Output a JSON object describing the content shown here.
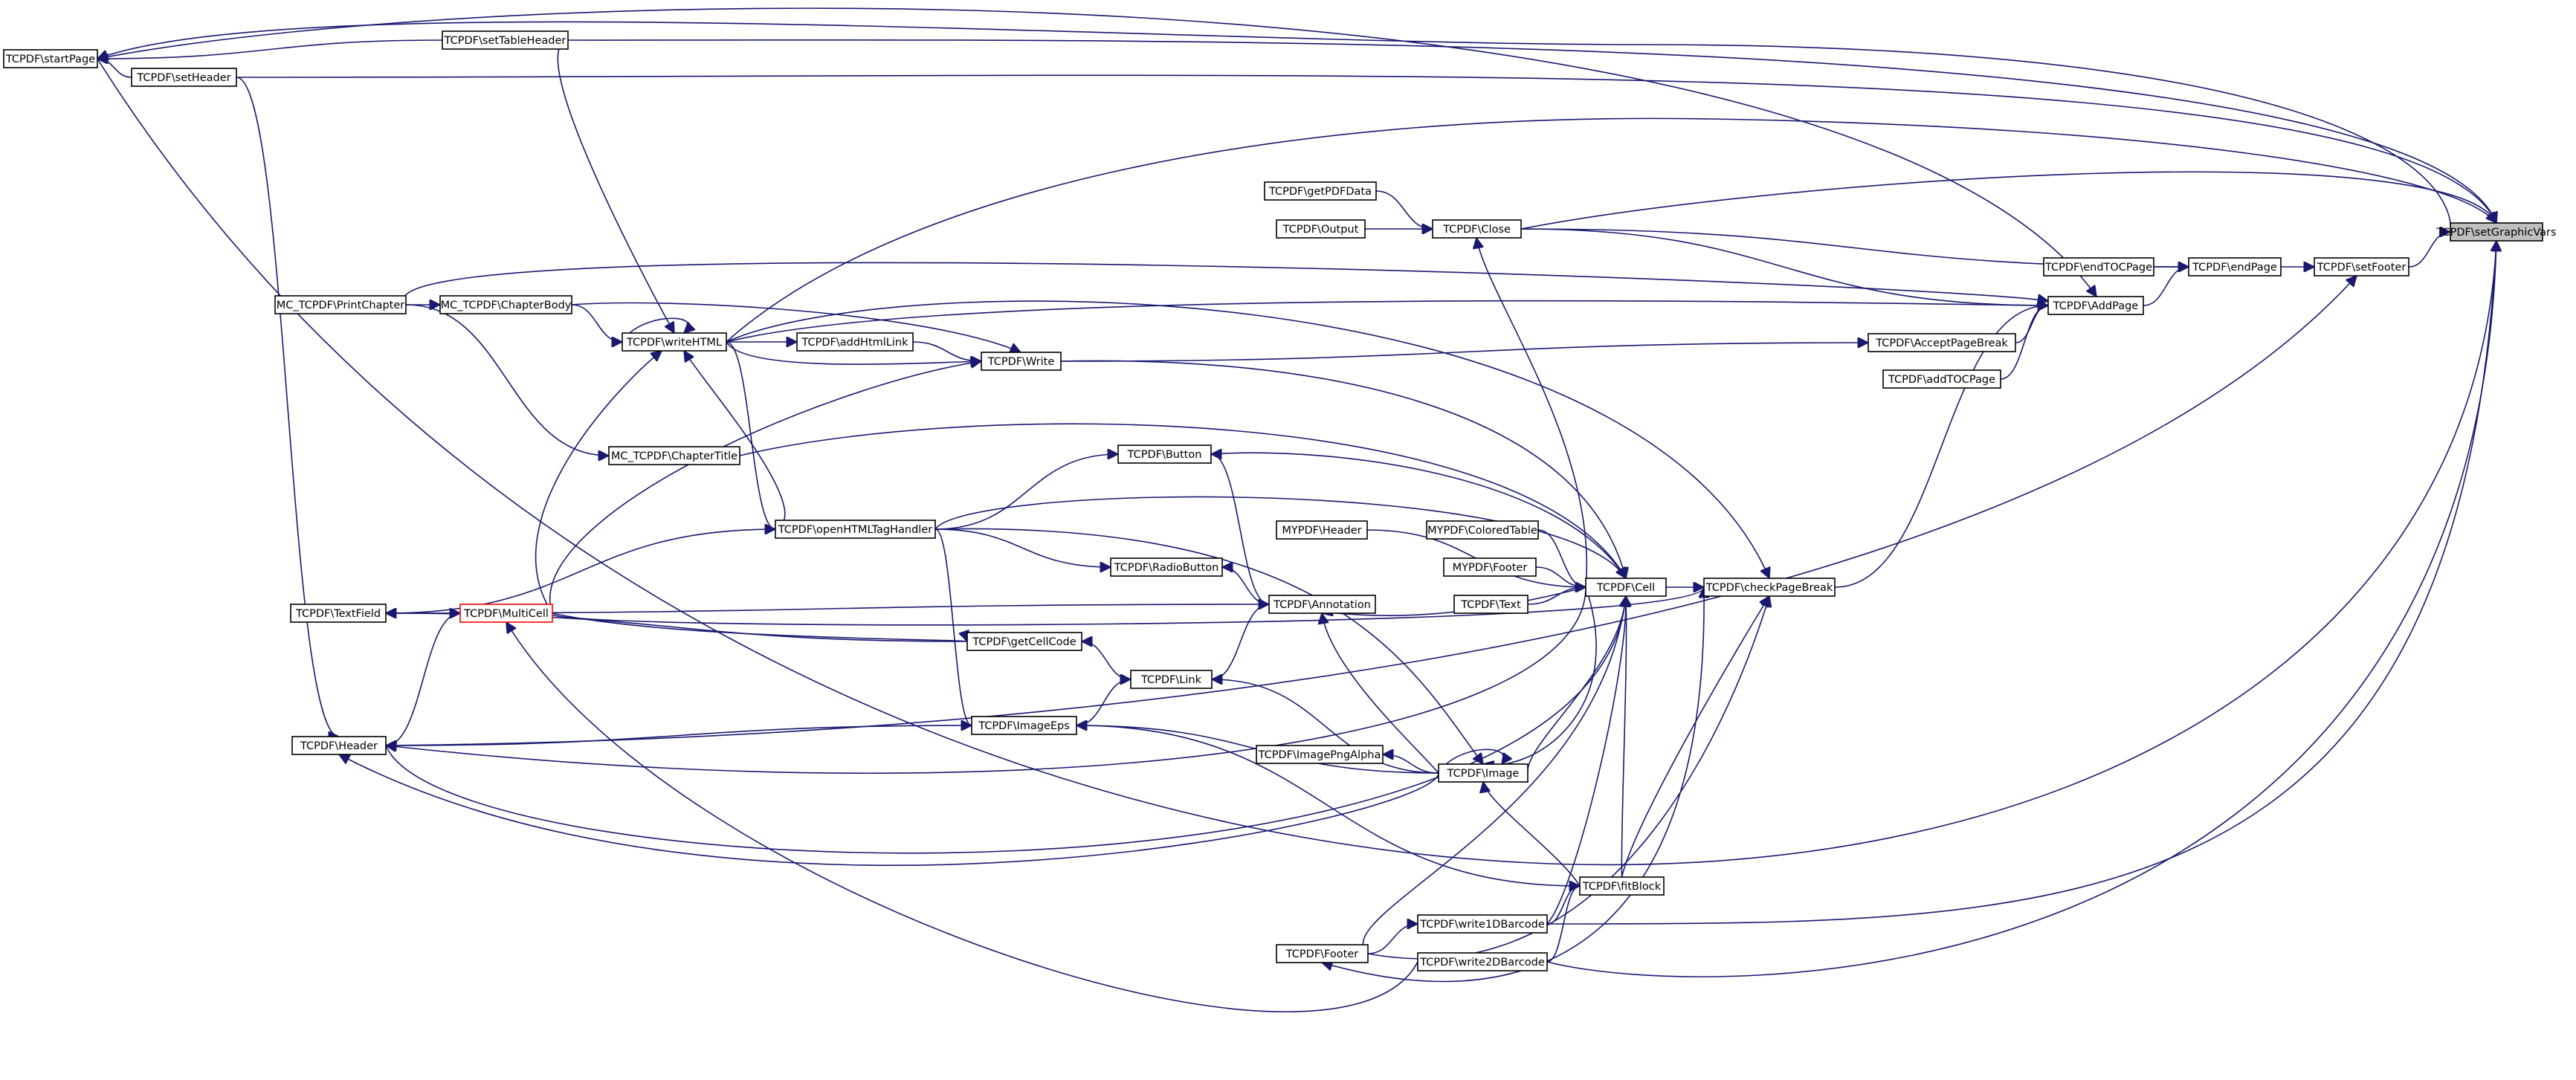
{
  "graph": {
    "colors": {
      "edge": "#191970",
      "node_border": "#000000",
      "focus_fill": "#bfbfbf",
      "truncated_border": "#ff0000"
    },
    "nodes": [
      {
        "id": "setGraphicVars",
        "label": "TCPDF\\setGraphicVars",
        "focus": true
      },
      {
        "id": "setFooter",
        "label": "TCPDF\\setFooter"
      },
      {
        "id": "endPage",
        "label": "TCPDF\\endPage"
      },
      {
        "id": "endTOCPage",
        "label": "TCPDF\\endTOCPage"
      },
      {
        "id": "AddPage",
        "label": "TCPDF\\AddPage"
      },
      {
        "id": "AcceptPageBreak",
        "label": "TCPDF\\AcceptPageBreak"
      },
      {
        "id": "addTOCPage",
        "label": "TCPDF\\addTOCPage"
      },
      {
        "id": "checkPageBreak",
        "label": "TCPDF\\checkPageBreak"
      },
      {
        "id": "Cell",
        "label": "TCPDF\\Cell"
      },
      {
        "id": "Close",
        "label": "TCPDF\\Close"
      },
      {
        "id": "getPDFData",
        "label": "TCPDF\\getPDFData"
      },
      {
        "id": "Output",
        "label": "TCPDF\\Output"
      },
      {
        "id": "Write",
        "label": "TCPDF\\Write"
      },
      {
        "id": "addHtmlLink",
        "label": "TCPDF\\addHtmlLink"
      },
      {
        "id": "writeHTML",
        "label": "TCPDF\\writeHTML"
      },
      {
        "id": "ChapterBody",
        "label": "MC_TCPDF\\ChapterBody"
      },
      {
        "id": "PrintChapter",
        "label": "MC_TCPDF\\PrintChapter"
      },
      {
        "id": "ChapterTitle",
        "label": "MC_TCPDF\\ChapterTitle"
      },
      {
        "id": "Button",
        "label": "TCPDF\\Button"
      },
      {
        "id": "openHTMLTagHandler",
        "label": "TCPDF\\openHTMLTagHandler"
      },
      {
        "id": "MYHeader",
        "label": "MYPDF\\Header"
      },
      {
        "id": "ColoredTable",
        "label": "MYPDF\\ColoredTable"
      },
      {
        "id": "MYFooter",
        "label": "MYPDF\\Footer"
      },
      {
        "id": "Text",
        "label": "TCPDF\\Text"
      },
      {
        "id": "RadioButton",
        "label": "TCPDF\\RadioButton"
      },
      {
        "id": "Annotation",
        "label": "TCPDF\\Annotation"
      },
      {
        "id": "TextField",
        "label": "TCPDF\\TextField"
      },
      {
        "id": "MultiCell",
        "label": "TCPDF\\MultiCell",
        "truncated": true
      },
      {
        "id": "getCellCode",
        "label": "TCPDF\\getCellCode"
      },
      {
        "id": "Link",
        "label": "TCPDF\\Link"
      },
      {
        "id": "Header",
        "label": "TCPDF\\Header"
      },
      {
        "id": "ImageEps",
        "label": "TCPDF\\ImageEps"
      },
      {
        "id": "ImagePngAlpha",
        "label": "TCPDF\\ImagePngAlpha"
      },
      {
        "id": "Image",
        "label": "TCPDF\\Image"
      },
      {
        "id": "fitBlock",
        "label": "TCPDF\\fitBlock"
      },
      {
        "id": "write1DBarcode",
        "label": "TCPDF\\write1DBarcode"
      },
      {
        "id": "Footer",
        "label": "TCPDF\\Footer"
      },
      {
        "id": "write2DBarcode",
        "label": "TCPDF\\write2DBarcode"
      },
      {
        "id": "startPage",
        "label": "TCPDF\\startPage"
      },
      {
        "id": "setTableHeader",
        "label": "TCPDF\\setTableHeader"
      },
      {
        "id": "setHeader",
        "label": "TCPDF\\setHeader"
      }
    ],
    "edges": [
      {
        "from": "setFooter",
        "to": "setGraphicVars"
      },
      {
        "from": "endPage",
        "to": "setFooter"
      },
      {
        "from": "endTOCPage",
        "to": "endPage"
      },
      {
        "from": "AddPage",
        "to": "endPage"
      },
      {
        "from": "Close",
        "to": "endPage"
      },
      {
        "from": "AcceptPageBreak",
        "to": "AddPage"
      },
      {
        "from": "addTOCPage",
        "to": "AddPage"
      },
      {
        "from": "checkPageBreak",
        "to": "AddPage"
      },
      {
        "from": "Close",
        "to": "AddPage"
      },
      {
        "from": "PrintChapter",
        "to": "AddPage"
      },
      {
        "from": "writeHTML",
        "to": "AddPage"
      },
      {
        "from": "startPage",
        "to": "AddPage"
      },
      {
        "from": "Write",
        "to": "AcceptPageBreak"
      },
      {
        "from": "fitBlock",
        "to": "checkPageBreak"
      },
      {
        "from": "Footer",
        "to": "checkPageBreak"
      },
      {
        "from": "Cell",
        "to": "checkPageBreak"
      },
      {
        "from": "MultiCell",
        "to": "checkPageBreak"
      },
      {
        "from": "writeHTML",
        "to": "checkPageBreak"
      },
      {
        "from": "Close",
        "to": "setGraphicVars"
      },
      {
        "from": "writeHTML",
        "to": "setGraphicVars"
      },
      {
        "from": "setTableHeader",
        "to": "setGraphicVars"
      },
      {
        "from": "setHeader",
        "to": "setGraphicVars"
      },
      {
        "from": "startPage",
        "to": "setGraphicVars"
      },
      {
        "from": "write1DBarcode",
        "to": "setGraphicVars"
      },
      {
        "from": "write2DBarcode",
        "to": "setGraphicVars"
      },
      {
        "from": "Header",
        "to": "setGraphicVars"
      },
      {
        "from": "getPDFData",
        "to": "Close"
      },
      {
        "from": "Output",
        "to": "Close"
      },
      {
        "from": "Cell",
        "to": "Close"
      },
      {
        "from": "MYHeader",
        "to": "Cell"
      },
      {
        "from": "ColoredTable",
        "to": "Cell"
      },
      {
        "from": "MYFooter",
        "to": "Cell"
      },
      {
        "from": "Text",
        "to": "Cell"
      },
      {
        "from": "Write",
        "to": "Cell"
      },
      {
        "from": "Button",
        "to": "Cell"
      },
      {
        "from": "ChapterTitle",
        "to": "Cell"
      },
      {
        "from": "openHTMLTagHandler",
        "to": "Cell"
      },
      {
        "from": "Image",
        "to": "Cell"
      },
      {
        "from": "Header",
        "to": "Cell"
      },
      {
        "from": "Footer",
        "to": "Cell"
      },
      {
        "from": "fitBlock",
        "to": "Cell"
      },
      {
        "from": "write1DBarcode",
        "to": "Cell"
      },
      {
        "from": "MultiCell",
        "to": "getCellCode"
      },
      {
        "from": "addHtmlLink",
        "to": "Write"
      },
      {
        "from": "writeHTML",
        "to": "Write"
      },
      {
        "from": "ChapterBody",
        "to": "Write"
      },
      {
        "from": "MultiCell",
        "to": "Write"
      },
      {
        "from": "writeHTML",
        "to": "addHtmlLink"
      },
      {
        "from": "writeHTML",
        "to": "writeHTML"
      },
      {
        "from": "ChapterBody",
        "to": "writeHTML"
      },
      {
        "from": "MultiCell",
        "to": "writeHTML"
      },
      {
        "from": "openHTMLTagHandler",
        "to": "writeHTML"
      },
      {
        "from": "setTableHeader",
        "to": "writeHTML"
      },
      {
        "from": "PrintChapter",
        "to": "ChapterBody"
      },
      {
        "from": "PrintChapter",
        "to": "ChapterTitle"
      },
      {
        "from": "openHTMLTagHandler",
        "to": "Button"
      },
      {
        "from": "openHTMLTagHandler",
        "to": "Image"
      },
      {
        "from": "openHTMLTagHandler",
        "to": "ImageEps"
      },
      {
        "from": "openHTMLTagHandler",
        "to": "RadioButton"
      },
      {
        "from": "openHTMLTagHandler",
        "to": "TextField"
      },
      {
        "from": "writeHTML",
        "to": "openHTMLTagHandler"
      },
      {
        "from": "Annotation",
        "to": "RadioButton"
      },
      {
        "from": "Annotation",
        "to": "Button"
      },
      {
        "from": "Annotation",
        "to": "TextField"
      },
      {
        "from": "Link",
        "to": "Annotation"
      },
      {
        "from": "Image",
        "to": "Annotation"
      },
      {
        "from": "Cell",
        "to": "Annotation"
      },
      {
        "from": "TextField",
        "to": "MultiCell"
      },
      {
        "from": "Header",
        "to": "MultiCell"
      },
      {
        "from": "write2DBarcode",
        "to": "MultiCell"
      },
      {
        "from": "getCellCode",
        "to": "TextField"
      },
      {
        "from": "Link",
        "to": "getCellCode"
      },
      {
        "from": "ImageEps",
        "to": "Link"
      },
      {
        "from": "Image",
        "to": "Link"
      },
      {
        "from": "ImageEps",
        "to": "Header"
      },
      {
        "from": "Image",
        "to": "Header"
      },
      {
        "from": "Cell",
        "to": "Header"
      },
      {
        "from": "setHeader",
        "to": "Header"
      },
      {
        "from": "fitBlock",
        "to": "ImageEps"
      },
      {
        "from": "Image",
        "to": "ImageEps"
      },
      {
        "from": "Image",
        "to": "ImagePngAlpha"
      },
      {
        "from": "Image",
        "to": "Image"
      },
      {
        "from": "fitBlock",
        "to": "Image"
      },
      {
        "from": "Cell",
        "to": "Image"
      },
      {
        "from": "write1DBarcode",
        "to": "fitBlock"
      },
      {
        "from": "write2DBarcode",
        "to": "fitBlock"
      },
      {
        "from": "Footer",
        "to": "write1DBarcode"
      },
      {
        "from": "checkPageBreak",
        "to": "Footer"
      },
      {
        "from": "setHeader",
        "to": "startPage"
      },
      {
        "from": "setTableHeader",
        "to": "startPage"
      },
      {
        "from": "setGraphicVars",
        "to": "startPage"
      }
    ]
  }
}
